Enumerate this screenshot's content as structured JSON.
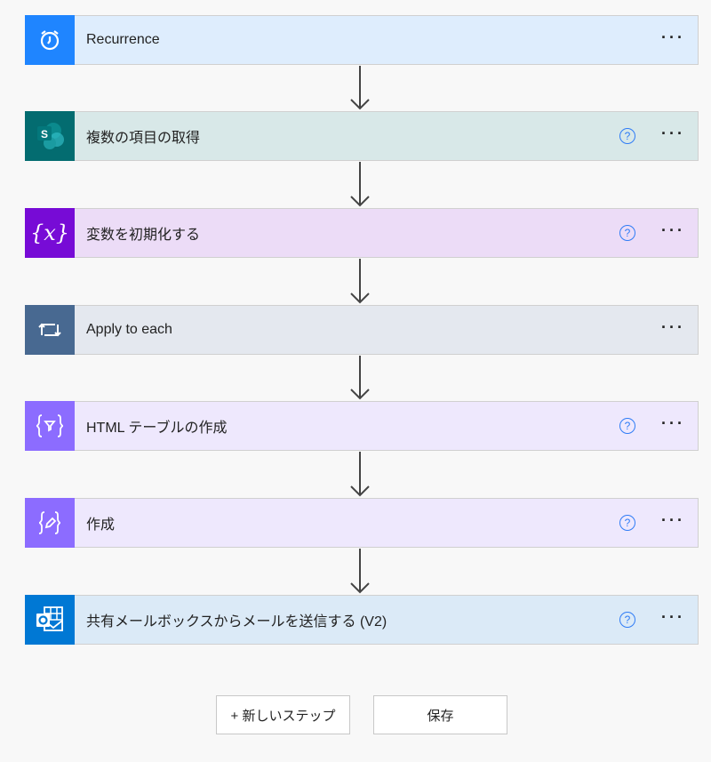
{
  "steps": [
    {
      "title": "Recurrence",
      "icon": "alarm-clock-icon",
      "icon_bg": "#1f85ff",
      "card_bg": "#deedfd",
      "help": false
    },
    {
      "title": "複数の項目の取得",
      "icon": "sharepoint-icon",
      "icon_bg": "#036c70",
      "card_bg": "#d8e8e8",
      "help": true
    },
    {
      "title": "変数を初期化する",
      "icon": "variable-icon",
      "icon_bg": "#770bd6",
      "card_bg": "#ecdcf7",
      "help": true
    },
    {
      "title": "Apply to each",
      "icon": "loop-icon",
      "icon_bg": "#486991",
      "card_bg": "#e4e8ef",
      "help": false
    },
    {
      "title": "HTML テーブルの作成",
      "icon": "data-operation-filter-icon",
      "icon_bg": "#8c6cff",
      "card_bg": "#eee8fd",
      "help": true
    },
    {
      "title": "作成",
      "icon": "compose-icon",
      "icon_bg": "#8c6cff",
      "card_bg": "#eee8fd",
      "help": true
    },
    {
      "title": "共有メールボックスからメールを送信する (V2)",
      "icon": "outlook-icon",
      "icon_bg": "#0078d4",
      "card_bg": "#dbeaf7",
      "help": true
    }
  ],
  "help_label": "?",
  "more_label": "···",
  "footer": {
    "new_step": "+ 新しいステップ",
    "save": "保存"
  }
}
